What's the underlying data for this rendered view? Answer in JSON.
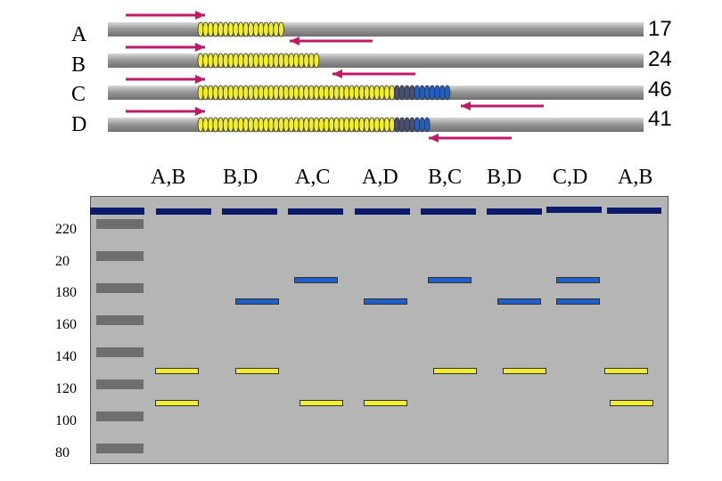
{
  "rows": [
    {
      "label": "A",
      "count": "17",
      "yellow_repeats": 17,
      "dark_repeats": 0,
      "blue_repeats": 0
    },
    {
      "label": "B",
      "count": "24",
      "yellow_repeats": 24,
      "dark_repeats": 0,
      "blue_repeats": 0
    },
    {
      "label": "C",
      "count": "46",
      "yellow_repeats": 39,
      "dark_repeats": 4,
      "blue_repeats": 7
    },
    {
      "label": "D",
      "count": "41",
      "yellow_repeats": 39,
      "dark_repeats": 4,
      "blue_repeats": 3
    }
  ],
  "lanes": [
    "A,B",
    "B,D",
    "A,C",
    "A,D",
    "B,C",
    "B,D",
    "C,D",
    "A,B"
  ],
  "size_labels": [
    "220",
    "20",
    "180",
    "160",
    "140",
    "120",
    "100",
    "80"
  ],
  "colors": {
    "strand": "#9a9a9a",
    "yellow_repeat": "#f2ef2a",
    "blue_repeat": "#1f5fc8",
    "dark_repeat": "#4a5070",
    "primer_arrow": "#c0186a",
    "gel": "#b5b5b5",
    "well": "#0b1a6b",
    "ladder": "#6e6e6e"
  },
  "gel_bands": [
    {
      "lane": "A,B",
      "bands": [
        {
          "size": 130,
          "color": "yellow"
        },
        {
          "size": 110,
          "color": "yellow"
        }
      ]
    },
    {
      "lane": "B,D",
      "bands": [
        {
          "size": 175,
          "color": "blue"
        },
        {
          "size": 130,
          "color": "yellow"
        }
      ]
    },
    {
      "lane": "A,C",
      "bands": [
        {
          "size": 188,
          "color": "blue"
        },
        {
          "size": 110,
          "color": "yellow"
        }
      ]
    },
    {
      "lane": "A,D",
      "bands": [
        {
          "size": 175,
          "color": "blue"
        },
        {
          "size": 110,
          "color": "yellow"
        }
      ]
    },
    {
      "lane": "B,C",
      "bands": [
        {
          "size": 188,
          "color": "blue"
        },
        {
          "size": 130,
          "color": "yellow"
        }
      ]
    },
    {
      "lane": "B,D",
      "bands": [
        {
          "size": 175,
          "color": "blue"
        },
        {
          "size": 130,
          "color": "yellow"
        }
      ]
    },
    {
      "lane": "C,D",
      "bands": [
        {
          "size": 188,
          "color": "blue"
        },
        {
          "size": 175,
          "color": "blue"
        }
      ]
    },
    {
      "lane": "A,B",
      "bands": [
        {
          "size": 130,
          "color": "yellow"
        },
        {
          "size": 110,
          "color": "yellow"
        }
      ]
    }
  ]
}
